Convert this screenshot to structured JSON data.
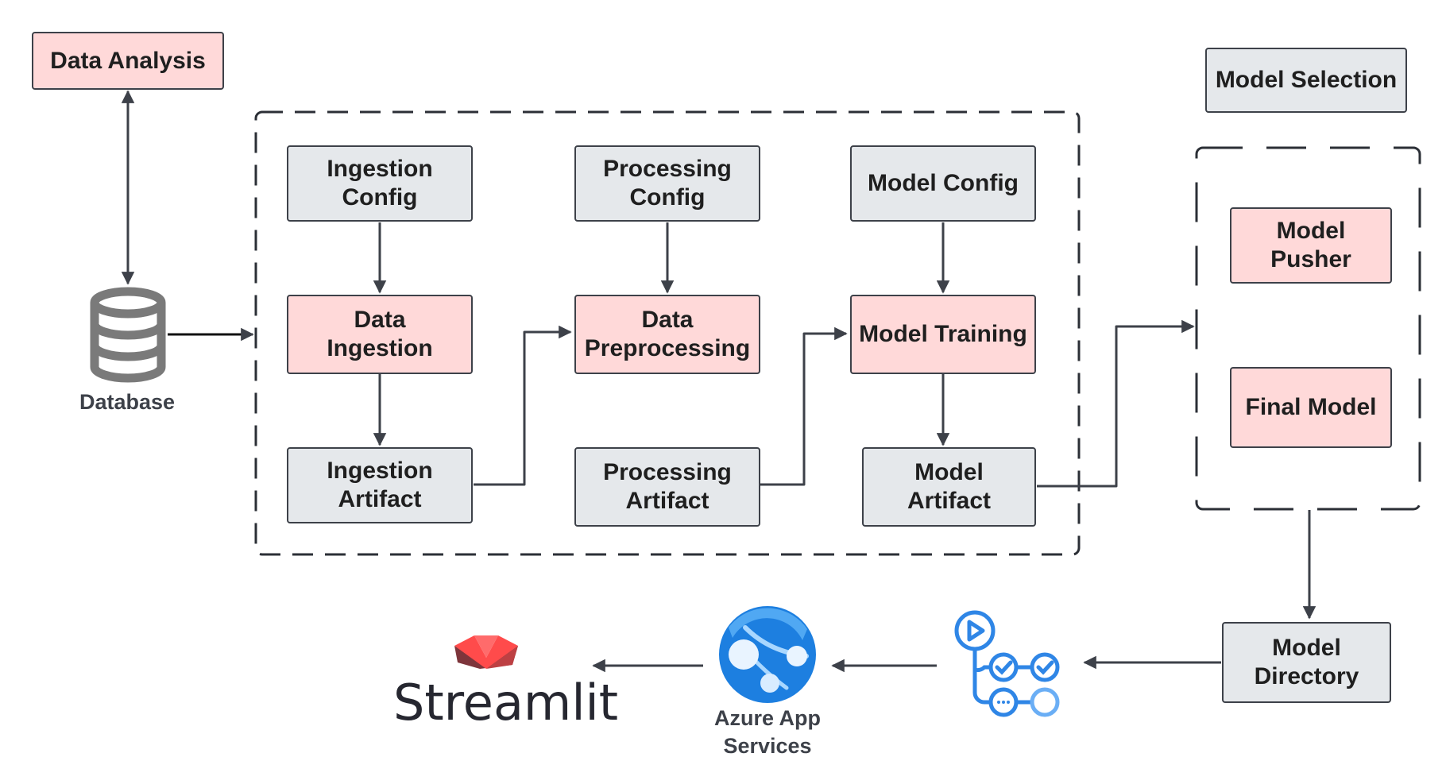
{
  "nodes": {
    "data_analysis": "Data Analysis",
    "ingestion_config": "Ingestion\nConfig",
    "processing_config": "Processing\nConfig",
    "model_config": "Model Config",
    "data_ingestion": "Data\nIngestion",
    "data_preprocessing": "Data\nPreprocessing",
    "model_training": "Model Training",
    "ingestion_artifact": "Ingestion\nArtifact",
    "processing_artifact": "Processing\nArtifact",
    "model_artifact": "Model\nArtifact",
    "model_selection": "Model Selection",
    "model_pusher": "Model\nPusher",
    "final_model": "Final Model",
    "model_directory": "Model\nDirectory"
  },
  "labels": {
    "database": "Database",
    "azure": "Azure App\nServices",
    "streamlit": "Streamlit"
  },
  "icons": [
    "database-icon",
    "github-actions-icon",
    "azure-app-services-icon",
    "streamlit-logo-icon"
  ],
  "colors": {
    "pink_fill": "#ffd9d9",
    "gray_fill": "#e5e8eb",
    "stroke": "#3d4149",
    "azure_blue": "#1d7fe0",
    "actions_blue": "#2f86e6",
    "streamlit_red": "#ff4b4b"
  }
}
